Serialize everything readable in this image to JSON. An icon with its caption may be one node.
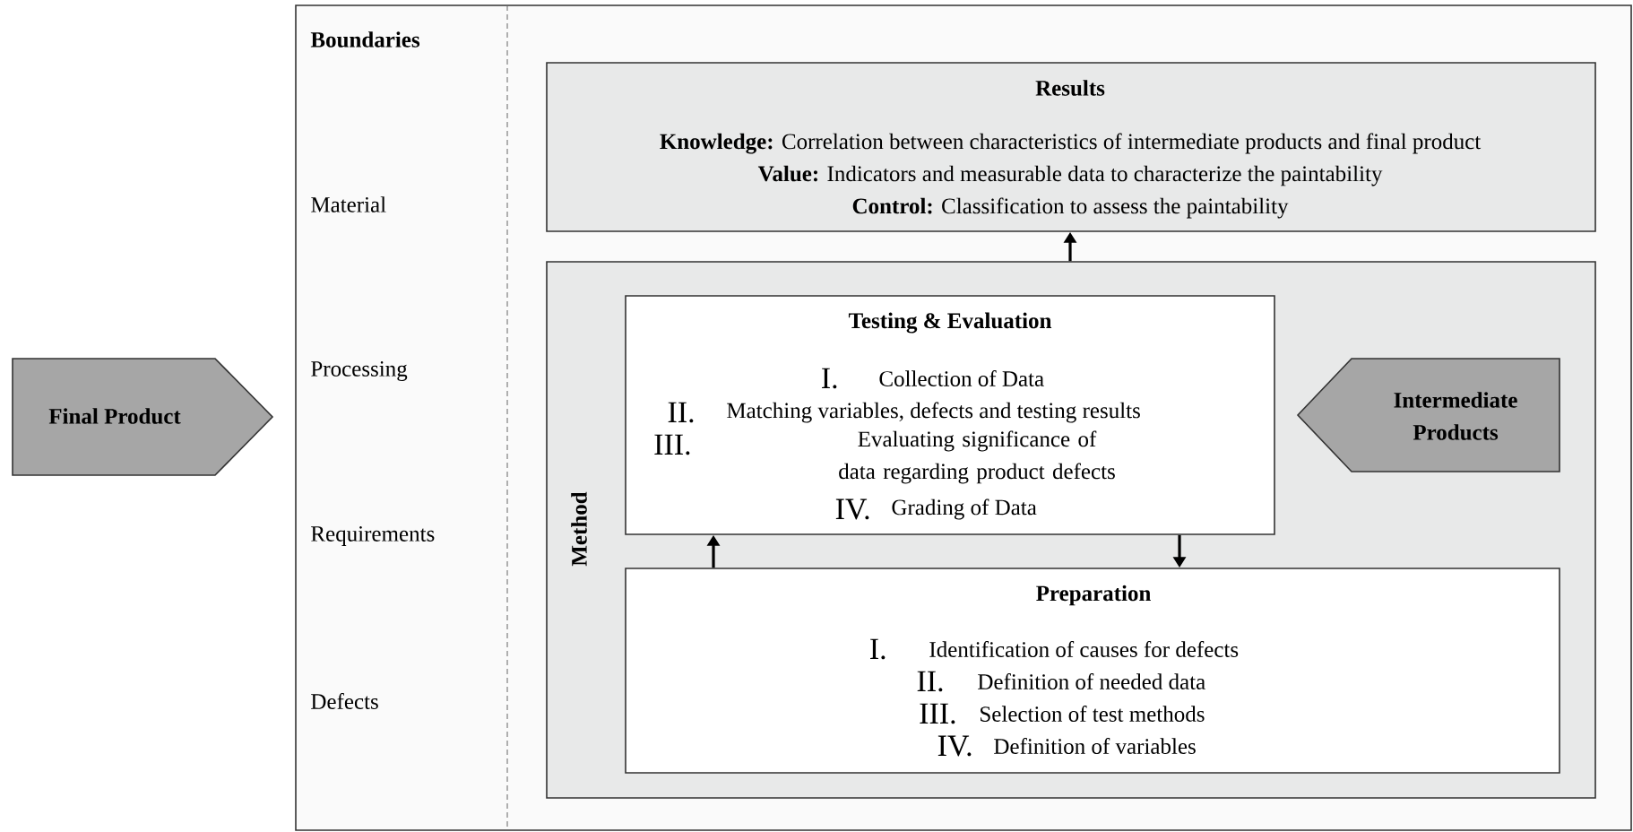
{
  "diagram": {
    "nodes": [
      {
        "text": [
          "Final Product"
        ]
      },
      {
        "text": [
          "Boundaries",
          "Material",
          "Processing",
          "Requirements",
          "Defects"
        ]
      },
      {
        "text": [
          "Results",
          "**Knowledge:** Correlation between characteristics of intermediate products and final product",
          "**Value:** Indicators and measurable data to characterize the paintability",
          "**Control:** Classification to assess the paintability"
        ],
        "in": 1
      },
      {
        "text": [
          "Method"
        ],
        "in": 1
      },
      {
        "text": [
          "Testing & Evaluation",
          "I.",
          "Collection of Data",
          "II.",
          "Matching variables, defects and testing results",
          "III.",
          "Evaluating significance of data regarding product defects",
          "IV.",
          "Grading of Data"
        ],
        "in": 3
      },
      {
        "text": [
          "Intermediate Products"
        ],
        "in": 3
      },
      {
        "text": [
          "Preparation",
          "I.",
          "Identification of causes for defects",
          "II.",
          "Definition of needed data",
          "III.",
          "Selection of test methods",
          "IV.",
          "Definition of variables"
        ],
        "in": 3
      }
    ],
    "edges": [
      {
        "from": 3,
        "to": 2,
        "arrow": "to"
      },
      {
        "from": 6,
        "to": 4,
        "arrow": "to"
      },
      {
        "from": 4,
        "to": 6,
        "arrow": "to"
      }
    ]
  }
}
